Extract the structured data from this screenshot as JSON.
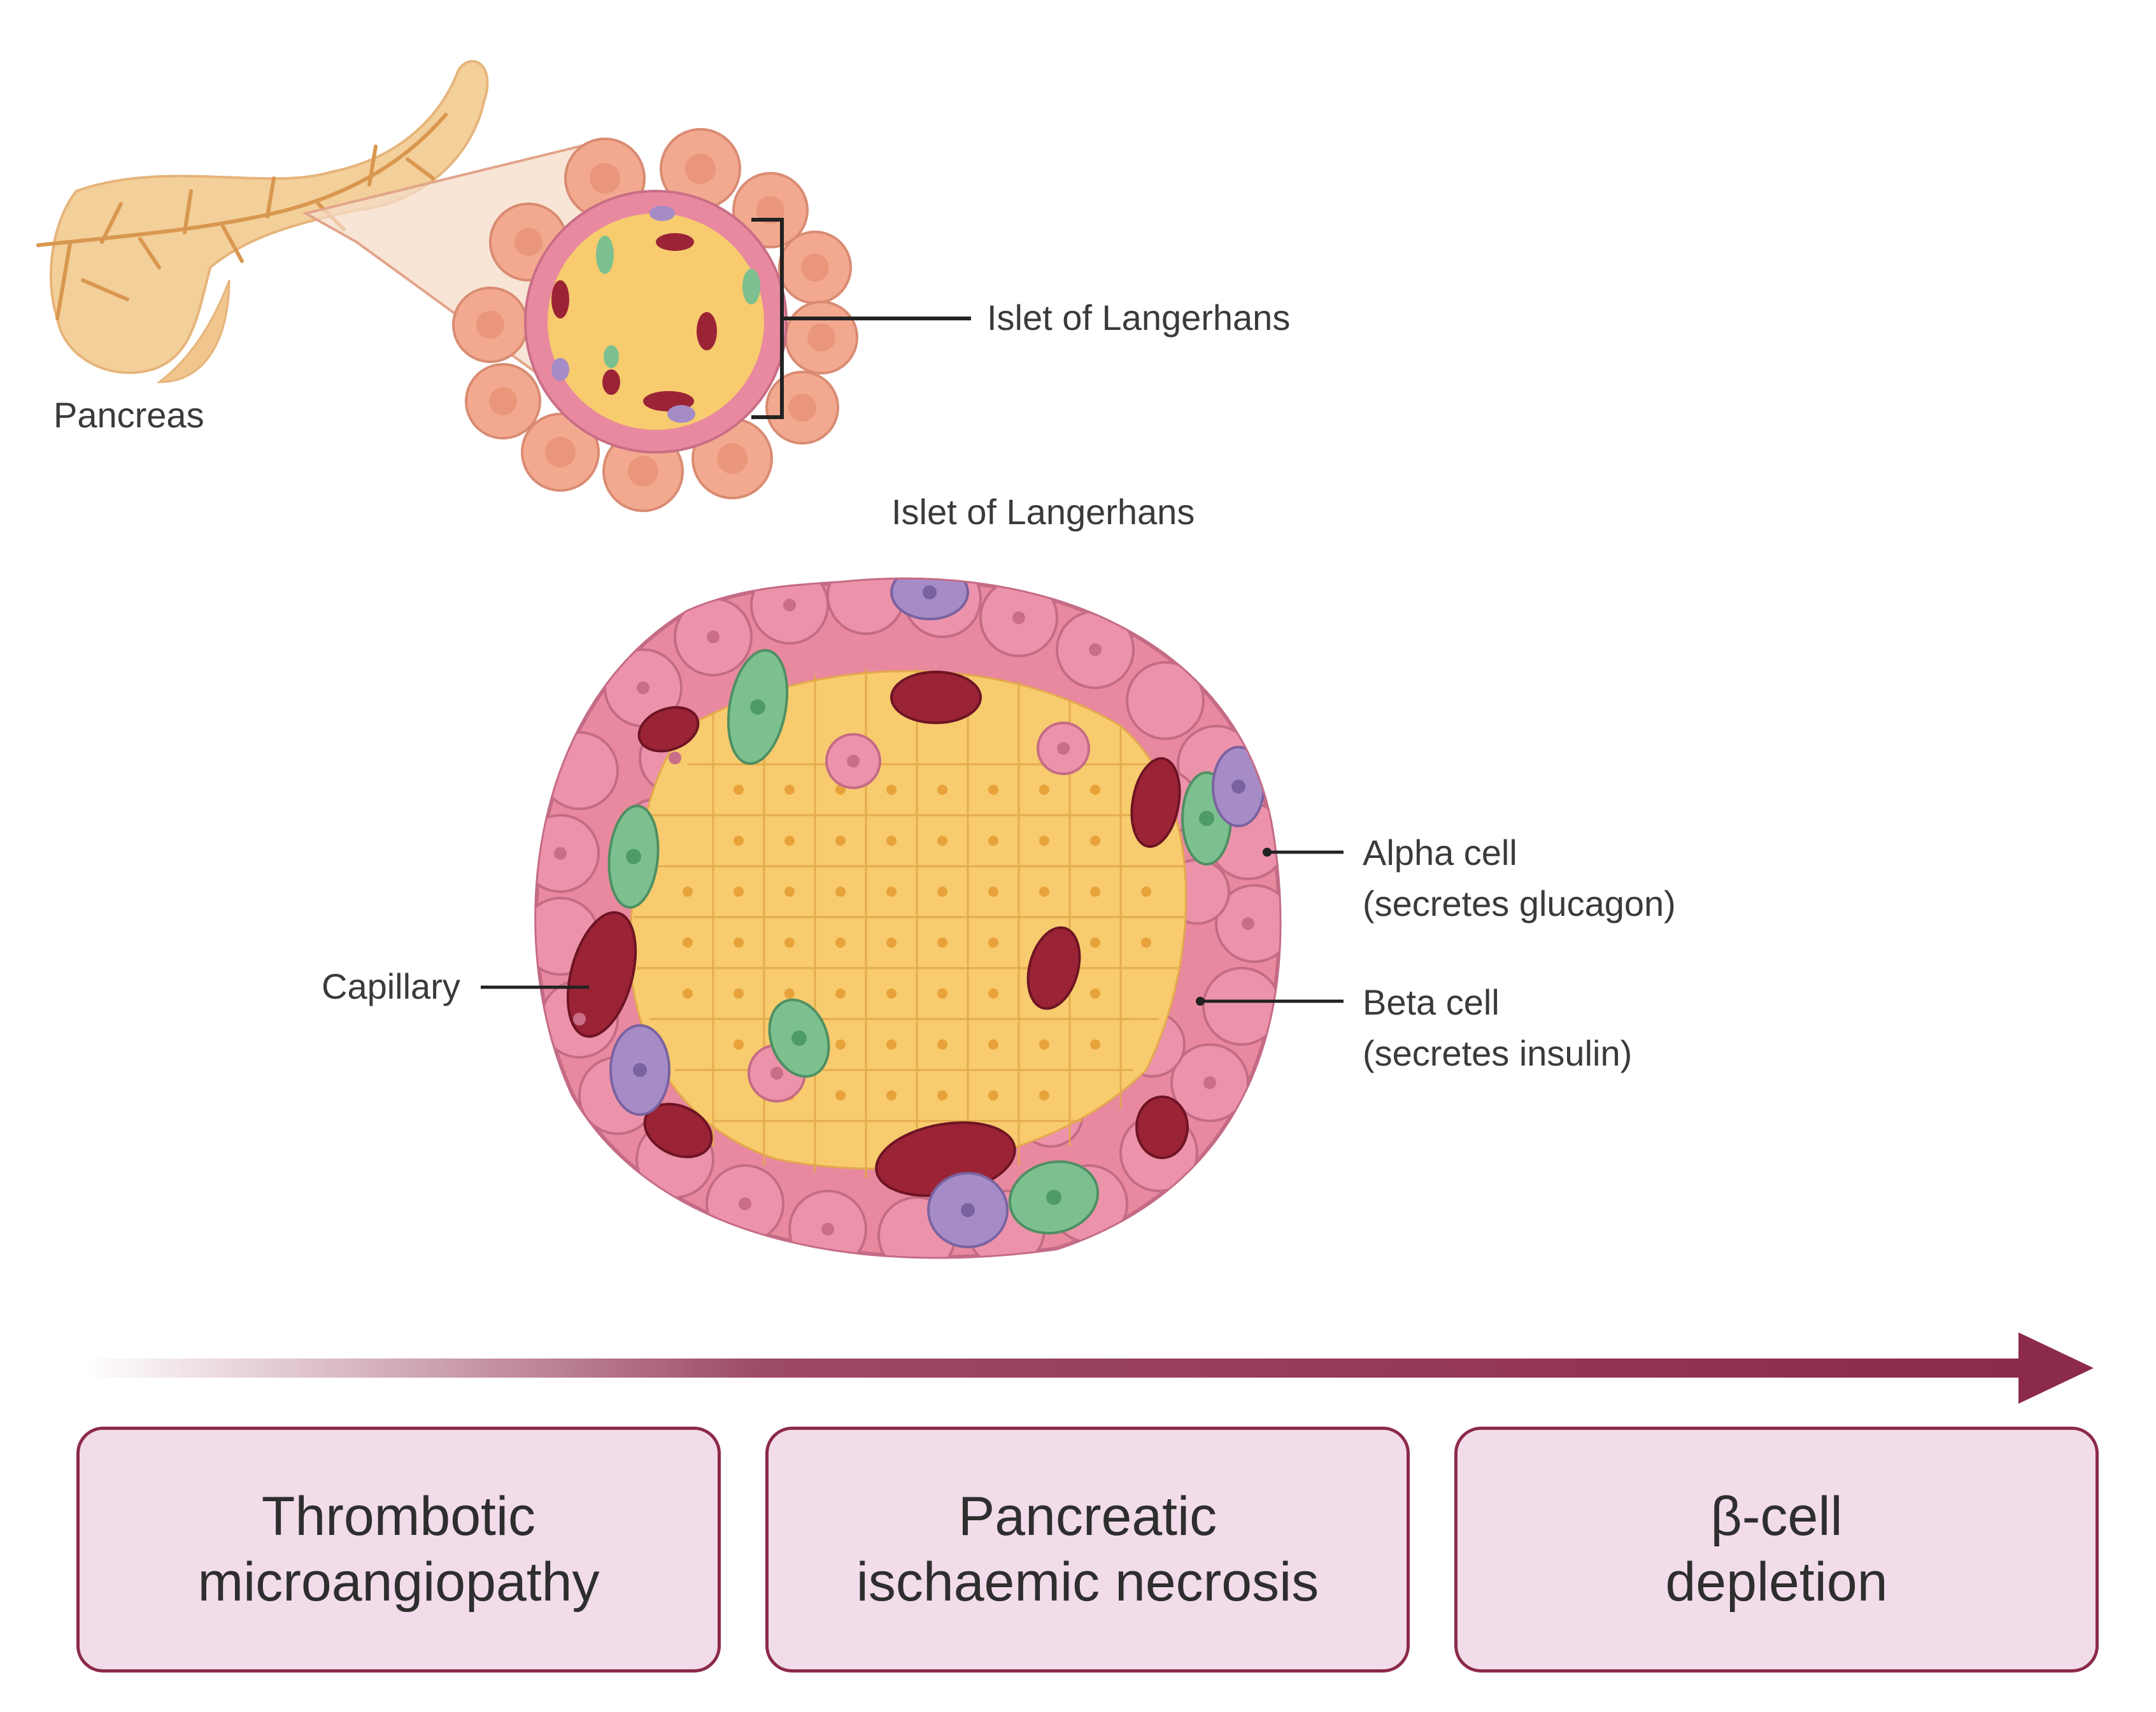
{
  "labels": {
    "pancreas": "Pancreas",
    "islet_top": "Islet of Langerhans",
    "islet_title": "Islet of Langerhans",
    "capillary": "Capillary",
    "alpha_cell": "Alpha cell",
    "alpha_sub": "(secretes glucagon)",
    "beta_cell": "Beta cell",
    "beta_sub": "(secretes insulin)"
  },
  "progression": [
    {
      "label": "Thrombotic\nmicroangiopathy"
    },
    {
      "label": "Pancreatic\nischaemic necrosis"
    },
    {
      "label": "β-cell\ndepletion"
    }
  ],
  "colors": {
    "arrow": "#8c2a4a",
    "box_fill": "#f2dcea",
    "beta": "#f7cb6e",
    "delta_pink": "#e98aa5",
    "capillary": "#9a2335",
    "alpha_green": "#7cc08f",
    "purple": "#a58cc7",
    "pancreas": "#f3cf9a"
  }
}
